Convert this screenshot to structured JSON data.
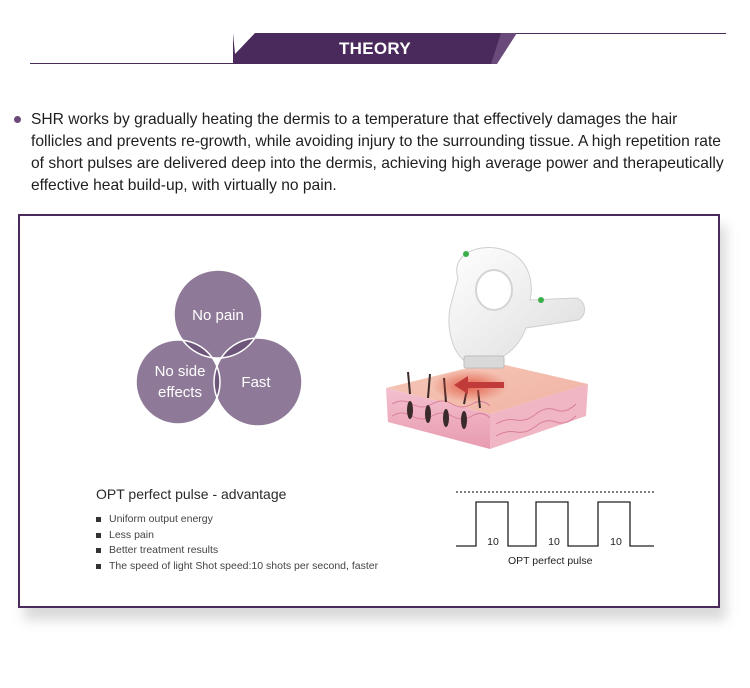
{
  "header": {
    "title": "THEORY"
  },
  "intro": {
    "text": "SHR works by gradually heating the dermis to a temperature that effectively damages the hair follicles and prevents re-growth, while avoiding injury to the surrounding tissue. A high repetition rate of short pulses are delivered deep into the dermis, achieving high average power and therapeutically effective heat build-up, with virtually no pain."
  },
  "venn": {
    "top": "No pain",
    "left": "No side effects",
    "right": "Fast"
  },
  "advantage": {
    "title": "OPT perfect pulse - advantage",
    "items": [
      "Uniform output energy",
      "Less pain",
      "Better treatment results",
      "The speed of light Shot speed:10 shots per second, faster"
    ]
  },
  "pulse": {
    "labels": [
      "10",
      "10",
      "10"
    ],
    "caption": "OPT perfect pulse"
  },
  "colors": {
    "accent": "#4a2a5c",
    "circle": "#8e7a98",
    "overlap": "#6d5679"
  }
}
